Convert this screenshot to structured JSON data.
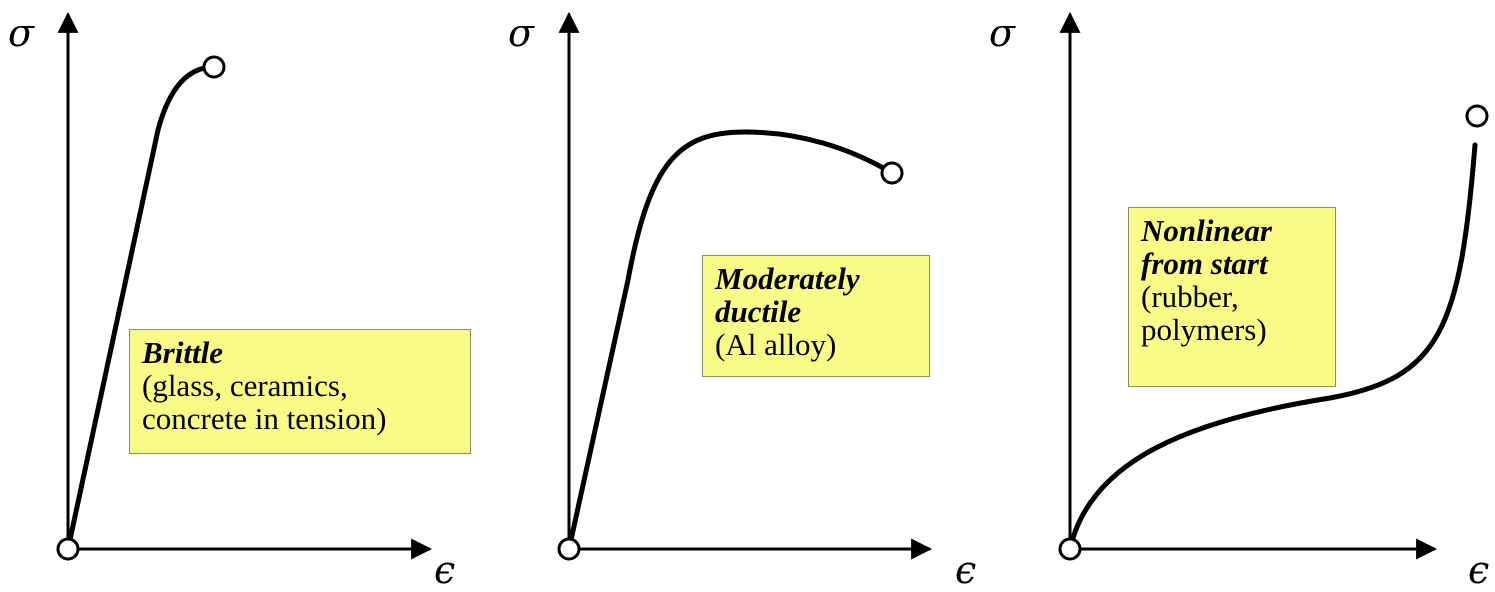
{
  "colors": {
    "curve": "#000000",
    "box_fill": "#fafa87",
    "background": "#ffffff"
  },
  "panels": [
    {
      "sigma": "σ",
      "epsilon": "ϵ",
      "box": {
        "title_lines": [
          "Brittle"
        ],
        "sub_lines": [
          "(glass, ceramics,",
          "concrete in tension)"
        ]
      }
    },
    {
      "sigma": "σ",
      "epsilon": "ϵ",
      "box": {
        "title_lines": [
          "Moderately",
          "ductile"
        ],
        "sub_lines": [
          "(Al alloy)"
        ]
      }
    },
    {
      "sigma": "σ",
      "epsilon": "ϵ",
      "box": {
        "title_lines": [
          "Nonlinear",
          "from start"
        ],
        "sub_lines": [
          "(rubber,",
          "polymers)"
        ]
      }
    }
  ]
}
